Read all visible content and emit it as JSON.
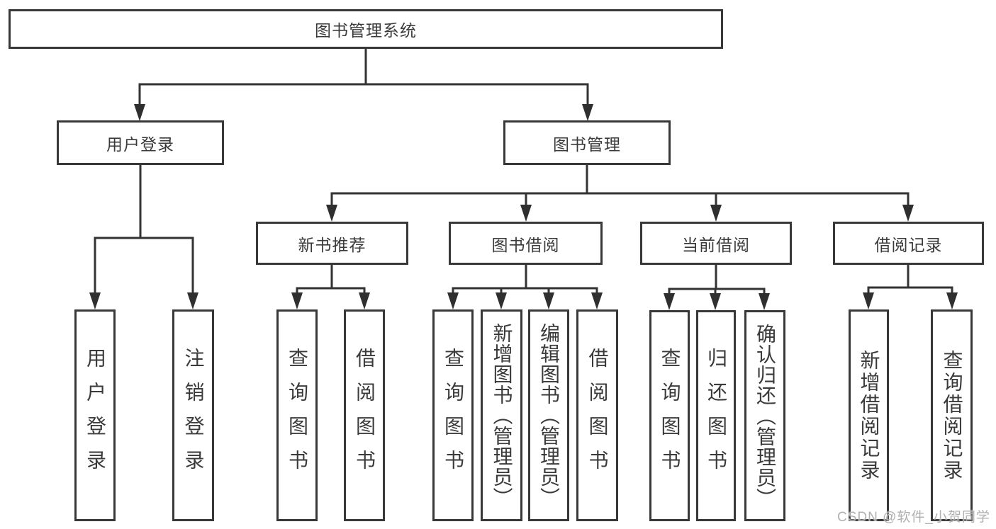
{
  "diagram": {
    "root": {
      "label": "图书管理系统"
    },
    "level2": [
      {
        "label": "用户登录"
      },
      {
        "label": "图书管理"
      }
    ],
    "level3": [
      {
        "label": "新书推荐",
        "parent": "图书管理"
      },
      {
        "label": "图书借阅",
        "parent": "图书管理"
      },
      {
        "label": "当前借阅",
        "parent": "图书管理"
      },
      {
        "label": "借阅记录",
        "parent": "图书管理"
      }
    ],
    "level4": [
      {
        "label": "用户登录",
        "parent": "用户登录"
      },
      {
        "label": "注销登录",
        "parent": "用户登录"
      },
      {
        "label": "查询图书",
        "parent": "新书推荐"
      },
      {
        "label": "借阅图书",
        "parent": "新书推荐"
      },
      {
        "label": "查询图书",
        "parent": "图书借阅"
      },
      {
        "label": "新增图书（管理员）",
        "parent": "图书借阅"
      },
      {
        "label": "编辑图书（管理员）",
        "parent": "图书借阅"
      },
      {
        "label": "借阅图书",
        "parent": "图书借阅"
      },
      {
        "label": "查询图书",
        "parent": "当前借阅"
      },
      {
        "label": "归还图书",
        "parent": "当前借阅"
      },
      {
        "label": "确认归还（管理员）",
        "parent": "当前借阅"
      },
      {
        "label": "新增借阅记录",
        "parent": "借阅记录"
      },
      {
        "label": "查询借阅记录",
        "parent": "借阅记录"
      }
    ]
  },
  "watermark": {
    "text": "CSDN @软件_小贺同学"
  },
  "colors": {
    "line": "#333333",
    "box_border": "#383838",
    "text": "#3a3a3a",
    "watermark": "#b0b0b0",
    "background": "#ffffff"
  }
}
